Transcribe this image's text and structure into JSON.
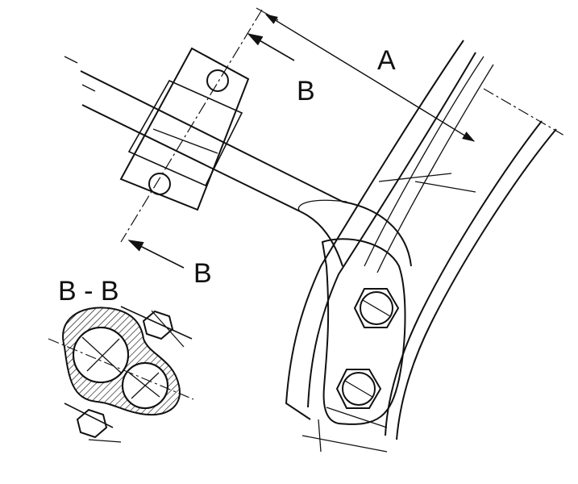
{
  "labels": {
    "dimension": "A",
    "section_top": "B",
    "section_bottom": "B",
    "section_title": "B - B"
  },
  "colors": {
    "ink": "#111111",
    "paper": "#ffffff"
  }
}
